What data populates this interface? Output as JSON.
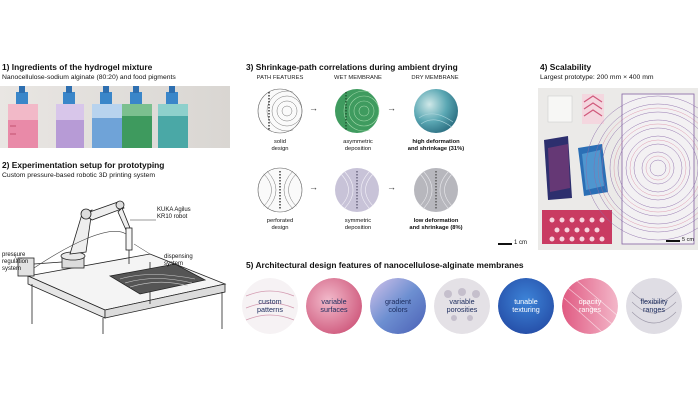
{
  "section1": {
    "title": "1) Ingredients of the hydrogel mixture",
    "subtitle": "Nanocellulose-sodium alginate (80:20) and food pigments"
  },
  "section2": {
    "title": "2) Experimentation setup for prototyping",
    "subtitle": "Custom pressure-based robotic 3D printing system",
    "labels": {
      "robot_line1": "KUKA Agilus",
      "robot_line2": "KR10 robot",
      "pressure_line1": "pressure",
      "pressure_line2": "regulation",
      "pressure_line3": "system",
      "dispensing_line1": "dispensing",
      "dispensing_line2": "system"
    }
  },
  "section3": {
    "title": "3) Shrinkage-path correlations during ambient drying",
    "col_path": "PATH FEATURES",
    "col_wet": "WET MEMBRANE",
    "col_dry": "DRY MEMBRANE",
    "row1": {
      "path_line1": "solid",
      "path_line2": "design",
      "wet_line1": "asymmetric",
      "wet_line2": "deposition",
      "dry_line1": "high deformation",
      "dry_line2": "and shrinkage (31%)"
    },
    "row2": {
      "path_line1": "perforated",
      "path_line2": "design",
      "wet_line1": "symmetric",
      "wet_line2": "deposition",
      "dry_line1": "low deformation",
      "dry_line2": "and shrinkage (8%)"
    },
    "scale": "1 cm"
  },
  "section4": {
    "title": "4) Scalability",
    "subtitle": "Largest prototype: 200 mm × 400 mm",
    "scale": "5 cm"
  },
  "section5": {
    "title": "5) Architectural design features of nanocellulose-alginate membranes",
    "features": [
      {
        "line1": "custom",
        "line2": "patterns"
      },
      {
        "line1": "variable",
        "line2": "surfaces"
      },
      {
        "line1": "gradient",
        "line2": "colors"
      },
      {
        "line1": "variable",
        "line2": "porosities"
      },
      {
        "line1": "tunable",
        "line2": "texturing"
      },
      {
        "line1": "opacity",
        "line2": "ranges"
      },
      {
        "line1": "flexibility",
        "line2": "ranges"
      }
    ]
  },
  "colors": {
    "pink": "#e98aa8",
    "violet": "#b79bd6",
    "blue": "#6fa3d8",
    "green": "#3e9a5e",
    "teal": "#4aa8a6"
  }
}
